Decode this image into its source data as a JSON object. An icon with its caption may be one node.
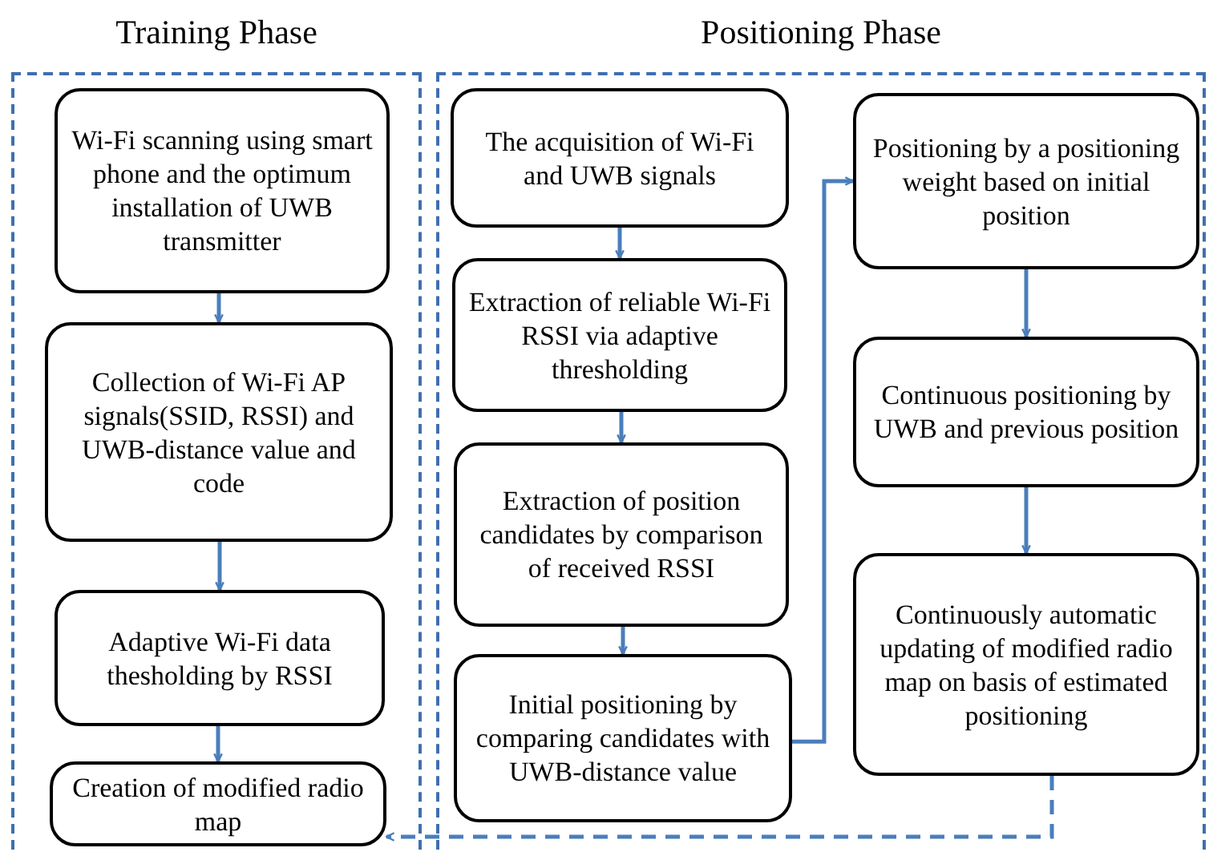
{
  "diagram": {
    "nodes": [
      {
        "text": [
          "Training Phase"
        ]
      },
      {
        "text": [
          "Positioning Phase"
        ]
      },
      {
        "text": [
          "Wi-Fi scanning using smart phone and the optimum installation of UWB transmitter"
        ],
        "in": 0
      },
      {
        "text": [
          "Collection of Wi-Fi AP signals(SSID, RSSI) and UWB-distance value and code"
        ],
        "in": 0
      },
      {
        "text": [
          "Adaptive Wi-Fi data thesholding by RSSI"
        ],
        "in": 0
      },
      {
        "text": [
          "Creation of modified radio map"
        ],
        "in": 0
      },
      {
        "text": [
          "The acquisition of Wi-Fi and UWB signals"
        ],
        "in": 1
      },
      {
        "text": [
          "Extraction of reliable Wi-Fi RSSI via adaptive thresholding"
        ],
        "in": 1
      },
      {
        "text": [
          "Extraction of position candidates by comparison of received RSSI"
        ],
        "in": 1
      },
      {
        "text": [
          "Initial positioning by comparing candidates with UWB-distance value"
        ],
        "in": 1
      },
      {
        "text": [
          "Positioning by a positioning weight based on initial position"
        ],
        "in": 1
      },
      {
        "text": [
          "Continuous positioning by UWB and previous position"
        ],
        "in": 1
      },
      {
        "text": [
          "Continuously automatic updating of modified radio map on basis of estimated positioning"
        ],
        "in": 1
      }
    ],
    "edges": [
      {
        "from": 2,
        "to": 3,
        "arrow": "to"
      },
      {
        "from": 3,
        "to": 4,
        "arrow": "to"
      },
      {
        "from": 4,
        "to": 5,
        "arrow": "to"
      },
      {
        "from": 6,
        "to": 7,
        "arrow": "to"
      },
      {
        "from": 7,
        "to": 8,
        "arrow": "to"
      },
      {
        "from": 8,
        "to": 9,
        "arrow": "to"
      },
      {
        "from": 9,
        "to": 10,
        "arrow": "to"
      },
      {
        "from": 10,
        "to": 11,
        "arrow": "to"
      },
      {
        "from": 11,
        "to": 12,
        "arrow": "to"
      },
      {
        "from": 12,
        "to": 5,
        "arrow": "to",
        "style": "dashed"
      }
    ]
  }
}
